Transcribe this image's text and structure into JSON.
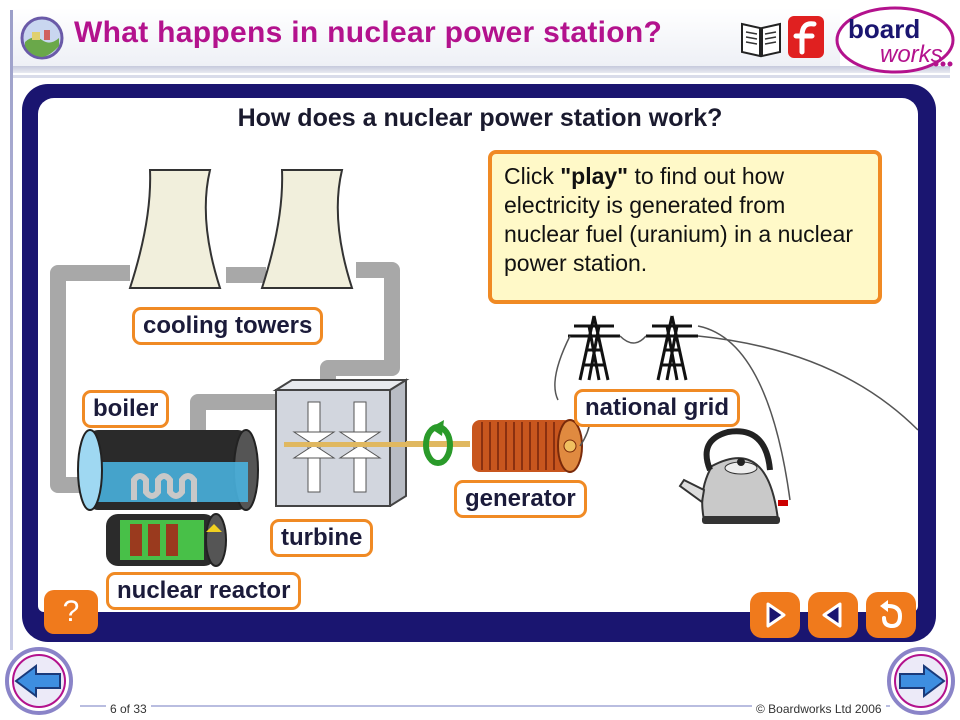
{
  "header": {
    "title": "What happens in nuclear power station?",
    "logo_word1": "board",
    "logo_word2": "works",
    "book_icon": "book-icon",
    "flash_icon": "flash-icon"
  },
  "panel": {
    "heading": "How does a nuclear power station work?",
    "info_text_pre": "Click ",
    "info_text_bold": "\"play\"",
    "info_text_post": " to find out how electricity is generated from nuclear fuel (uranium) in a nuclear power station."
  },
  "labels": {
    "cooling_towers": "cooling towers",
    "boiler": "boiler",
    "turbine": "turbine",
    "generator": "generator",
    "national_grid": "national grid",
    "nuclear_reactor": "nuclear reactor"
  },
  "controls": {
    "help": "?",
    "play_icon": "play-icon",
    "back_icon": "rewind-icon",
    "replay_icon": "replay-icon"
  },
  "footer": {
    "page_number": "6 of 33",
    "copyright": "© Boardworks Ltd 2006"
  },
  "colors": {
    "title": "#b3128d",
    "panel_frame": "#1a1570",
    "accent_orange": "#f08a24",
    "info_bg": "#fff9c8"
  }
}
